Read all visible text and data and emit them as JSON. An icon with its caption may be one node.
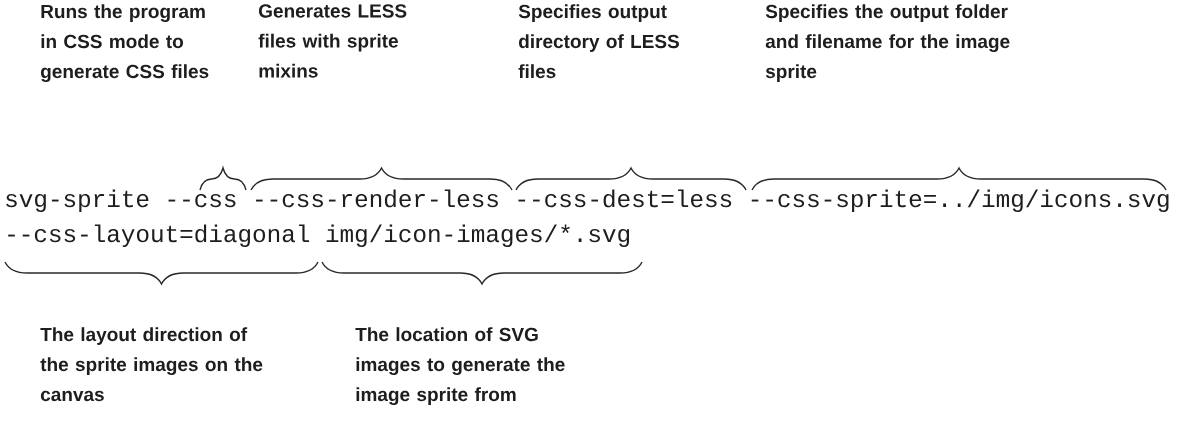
{
  "diagram": {
    "labels": [
      "Runs the program in CSS mode to generate CSS files",
      "Generates LESS files with sprite mixins",
      "Specifies output directory of LESS files",
      "Specifies the output folder and filename for the image sprite",
      "svg-sprite --css --css-render-less --css-dest=less --css-sprite=../img/icons.svg",
      "--css-layout=diagonal img/icon-images/*.svg",
      "The layout direction of the sprite images on the canvas",
      "The location of SVG images to generate the image sprite from"
    ]
  }
}
